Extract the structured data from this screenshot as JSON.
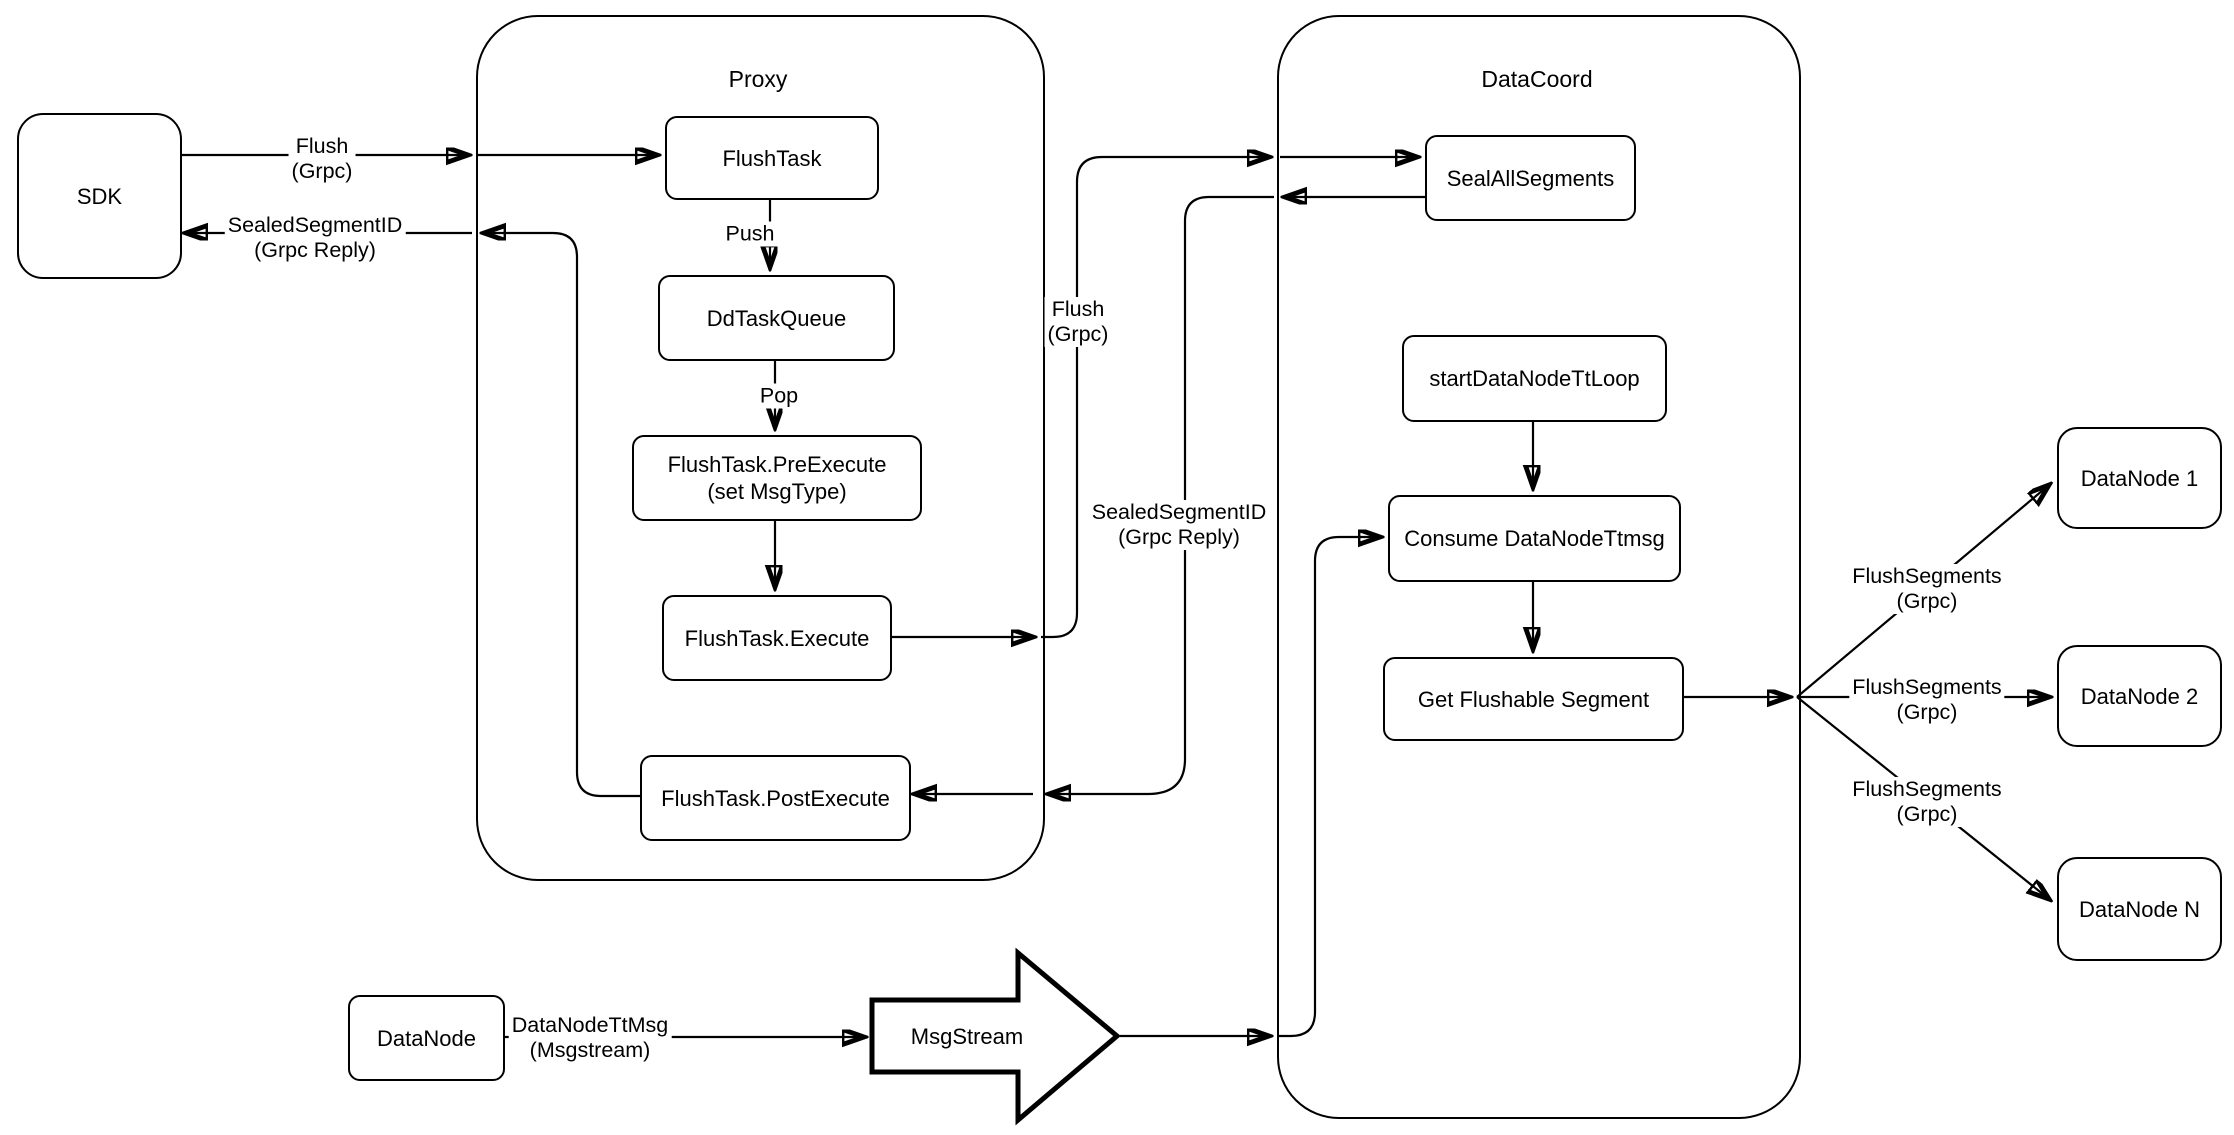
{
  "diagram": {
    "background": "#ffffff",
    "stroke_color": "#000000",
    "containers": {
      "proxy": {
        "title": "Proxy"
      },
      "datacoord": {
        "title": "DataCoord"
      }
    },
    "nodes": {
      "sdk": {
        "label": "SDK"
      },
      "flush_task": {
        "label": "FlushTask"
      },
      "dd_task_queue": {
        "label": "DdTaskQueue"
      },
      "pre_execute": {
        "line1": "FlushTask.PreExecute",
        "line2": "(set MsgType)"
      },
      "execute": {
        "label": "FlushTask.Execute"
      },
      "post_execute": {
        "label": "FlushTask.PostExecute"
      },
      "seal_all_segments": {
        "label": "SealAllSegments"
      },
      "start_datanode_tt_loop": {
        "label": "startDataNodeTtLoop"
      },
      "consume_datanode_ttmsg": {
        "label": "Consume DataNodeTtmsg"
      },
      "get_flushable_segment": {
        "label": "Get Flushable Segment"
      },
      "datanode_1": {
        "label": "DataNode 1"
      },
      "datanode_2": {
        "label": "DataNode 2"
      },
      "datanode_n": {
        "label": "DataNode N"
      },
      "datanode": {
        "label": "DataNode"
      },
      "msgstream": {
        "label": "MsgStream"
      }
    },
    "edge_labels": {
      "flush_sdk": {
        "line1": "Flush",
        "line2": "(Grpc)"
      },
      "sealed_sdk": {
        "line1": "SealedSegmentID",
        "line2": "(Grpc Reply)"
      },
      "push": {
        "text": "Push"
      },
      "pop": {
        "text": "Pop"
      },
      "flush_mid": {
        "line1": "Flush",
        "line2": "(Grpc)"
      },
      "sealed_mid": {
        "line1": "SealedSegmentID",
        "line2": "(Grpc Reply)"
      },
      "datanode_ttmsg": {
        "line1": "DataNodeTtMsg",
        "line2": "(Msgstream)"
      },
      "flush_segments_1": {
        "line1": "FlushSegments",
        "line2": "(Grpc)"
      },
      "flush_segments_2": {
        "line1": "FlushSegments",
        "line2": "(Grpc)"
      },
      "flush_segments_3": {
        "line1": "FlushSegments",
        "line2": "(Grpc)"
      }
    }
  }
}
